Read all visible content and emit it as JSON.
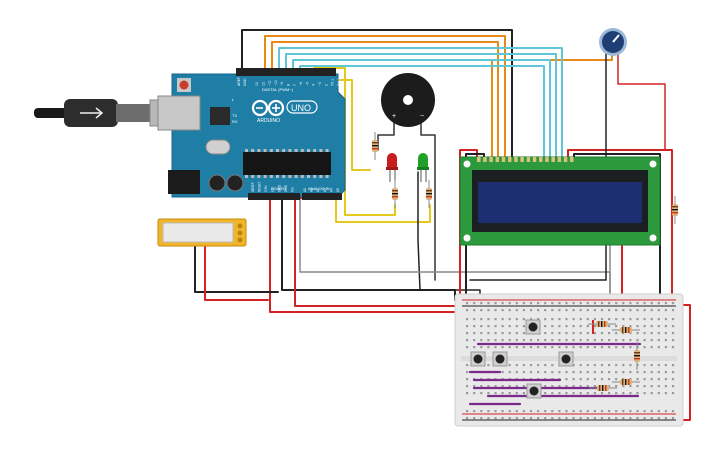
{
  "arduino": {
    "logo_text": "ARDUINO",
    "model": "UNO",
    "digital_label": "DIGITAL (PWM~)",
    "power_label": "POWER",
    "analog_label": "ANALOG IN",
    "tx_label": "TX",
    "rx_label": "RX",
    "l_label": "L",
    "aref_label": "AREF",
    "gnd_label": "GND",
    "power_pins": [
      "IOREF",
      "RESET",
      "3.3V",
      "5V",
      "GND",
      "GND",
      "Vin"
    ],
    "analog_pins": [
      "A0",
      "A1",
      "A2",
      "A3",
      "A4",
      "A5"
    ],
    "digital_pins": [
      "13",
      "12",
      "~11",
      "~10",
      "~9",
      "8",
      "7",
      "~6",
      "~5",
      "4",
      "~3",
      "2",
      "TX 1",
      "RX 0"
    ]
  },
  "buzzer": {
    "plus_label": "+",
    "minus_label": "−"
  },
  "colors": {
    "board": "#1f7ea6",
    "lcd_pcb": "#2c9a3c",
    "lcd_screen": "#1d2f70",
    "breadboard": "#e9e9e9",
    "wire_red": "#d42222",
    "wire_black": "#222222",
    "wire_orange": "#e88a15",
    "wire_cyan": "#5ec6d6",
    "wire_gray": "#8a8a8a",
    "wire_yellow": "#e4c81c",
    "wire_purple": "#7a2a8a",
    "led_red": "#c81e1e",
    "led_green": "#23a02a",
    "pot_knob": "#1e3e74"
  }
}
